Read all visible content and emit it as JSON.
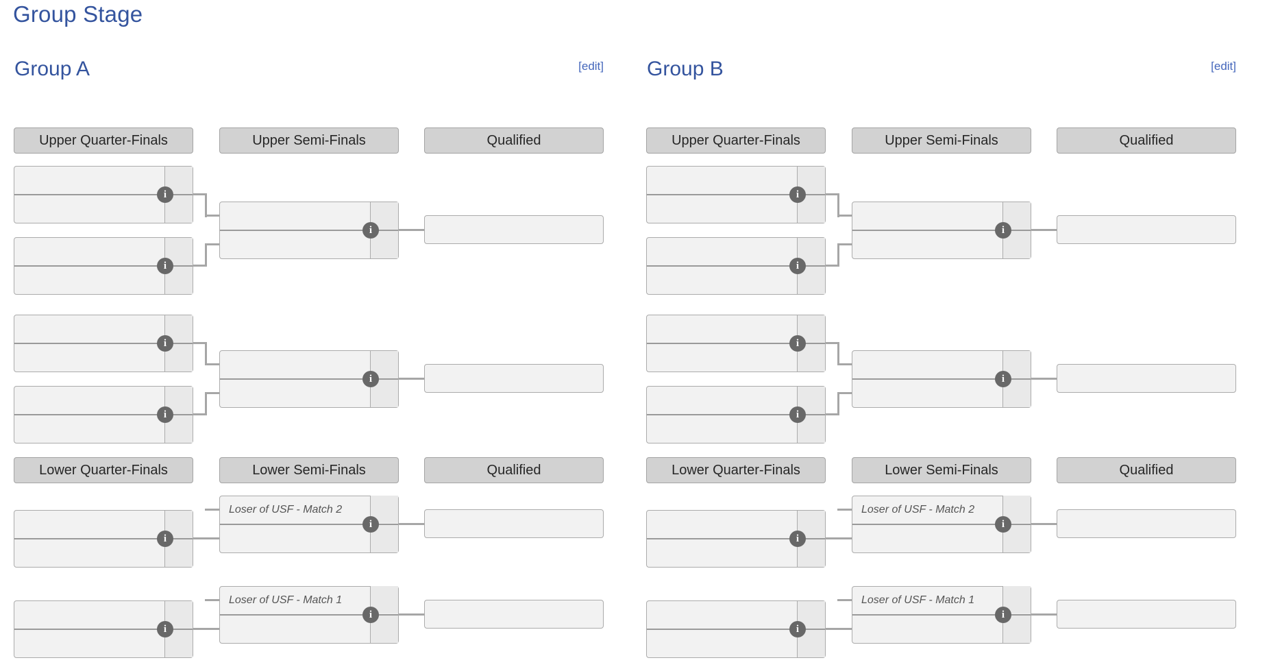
{
  "page": {
    "title": "Group Stage"
  },
  "colors": {
    "heading_blue": "#34549e",
    "link_blue": "#4466bb",
    "header_bg": "#d2d2d2",
    "header_border": "#a3a3a3",
    "header_text": "#262626",
    "slot_bg": "#f2f2f2",
    "score_bg": "#e9e9e9",
    "border_color": "#ababab",
    "connector": "#a6a6a6",
    "divider": "#9a9a9a",
    "icon_bg": "#686868",
    "note_text": "#555555"
  },
  "icons": {
    "info": "i"
  },
  "groups": [
    {
      "name": "Group A",
      "edit_label": "[edit]",
      "headers": {
        "upper": [
          "Upper Quarter-Finals",
          "Upper Semi-Finals",
          "Qualified"
        ],
        "lower": [
          "Lower Quarter-Finals",
          "Lower Semi-Finals",
          "Qualified"
        ]
      },
      "lower_semis": [
        {
          "top_note": "Loser of USF - Match 2"
        },
        {
          "top_note": "Loser of USF - Match 1"
        }
      ]
    },
    {
      "name": "Group B",
      "edit_label": "[edit]",
      "headers": {
        "upper": [
          "Upper Quarter-Finals",
          "Upper Semi-Finals",
          "Qualified"
        ],
        "lower": [
          "Lower Quarter-Finals",
          "Lower Semi-Finals",
          "Qualified"
        ]
      },
      "lower_semis": [
        {
          "top_note": "Loser of USF - Match 2"
        },
        {
          "top_note": "Loser of USF - Match 1"
        }
      ]
    }
  ]
}
